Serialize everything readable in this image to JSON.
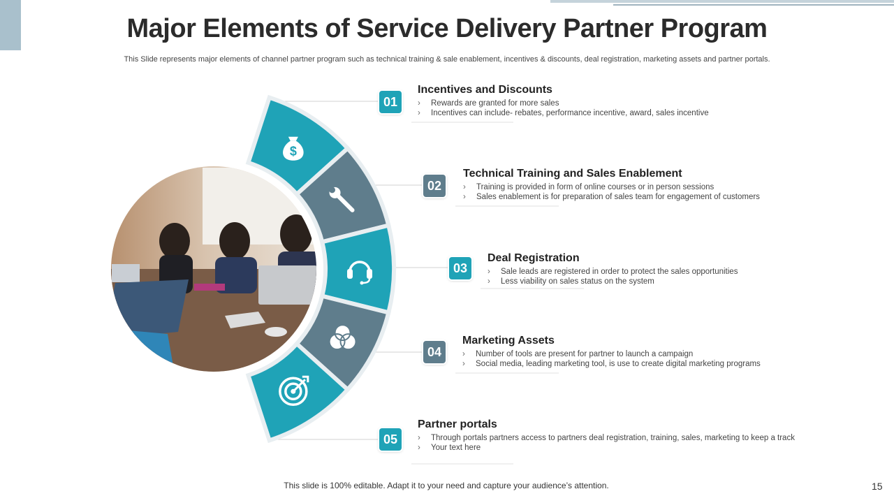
{
  "title": "Major Elements of Service Delivery Partner Program",
  "subtitle": "This Slide represents major elements of channel partner program such as technical training & sale enablement, incentives & discounts, deal registration, marketing assets and partner portals.",
  "colors": {
    "teal": "#1fa3b7",
    "slate": "#5f7d8c"
  },
  "items": [
    {
      "number": "01",
      "title": "Incentives and Discounts",
      "icon": "money-bag-icon",
      "bullets": [
        "Rewards are granted for more sales",
        "Incentives can include- rebates, performance incentive, award, sales incentive"
      ]
    },
    {
      "number": "02",
      "title": "Technical Training and Sales Enablement",
      "icon": "wrench-icon",
      "bullets": [
        "Training is provided in form of online courses or in person sessions",
        "Sales enablement is for preparation of sales team for engagement of customers"
      ]
    },
    {
      "number": "03",
      "title": "Deal Registration",
      "icon": "headset-icon",
      "bullets": [
        "Sale leads are registered in order to protect the sales opportunities",
        "Less viability on sales status on the system"
      ]
    },
    {
      "number": "04",
      "title": "Marketing Assets",
      "icon": "venn-circles-icon",
      "bullets": [
        "Number of tools are present for partner to launch a campaign",
        "Social media, leading marketing tool, is use to create digital marketing programs"
      ]
    },
    {
      "number": "05",
      "title": "Partner portals",
      "icon": "target-icon",
      "bullets": [
        "Through portals partners access to partners deal registration, training, sales, marketing to keep a track",
        "Your text here"
      ]
    }
  ],
  "footer": "This slide is 100% editable. Adapt it to your need and capture your audience’s attention.",
  "page_number": "15"
}
